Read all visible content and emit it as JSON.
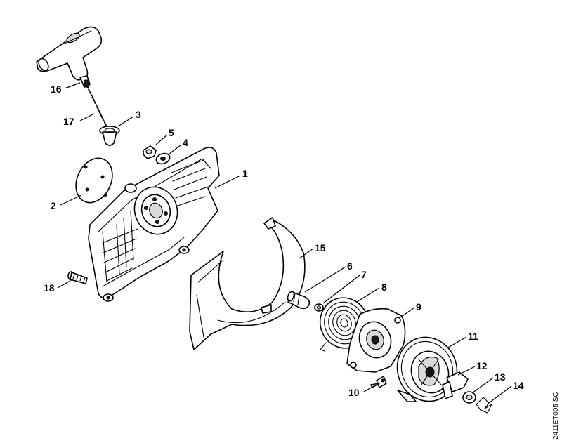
{
  "diagram_code": "2411ET005 SC",
  "callouts": [
    {
      "id": "c1",
      "label": "1",
      "part": "fan-housing"
    },
    {
      "id": "c2",
      "label": "2",
      "part": "cover-plate"
    },
    {
      "id": "c3",
      "label": "3",
      "part": "rope-guide-bush"
    },
    {
      "id": "c4",
      "label": "4",
      "part": "washer"
    },
    {
      "id": "c5",
      "label": "5",
      "part": "nut"
    },
    {
      "id": "c6",
      "label": "6",
      "part": "rewind-spring-sleeve"
    },
    {
      "id": "c7",
      "label": "7",
      "part": "small-washer"
    },
    {
      "id": "c8",
      "label": "8",
      "part": "rewind-spring"
    },
    {
      "id": "c9",
      "label": "9",
      "part": "spring-housing"
    },
    {
      "id": "c10",
      "label": "10",
      "part": "screw"
    },
    {
      "id": "c11",
      "label": "11",
      "part": "rope-rotor"
    },
    {
      "id": "c12",
      "label": "12",
      "part": "pawl"
    },
    {
      "id": "c13",
      "label": "13",
      "part": "washer"
    },
    {
      "id": "c14",
      "label": "14",
      "part": "spring-clip"
    },
    {
      "id": "c15",
      "label": "15",
      "part": "shroud"
    },
    {
      "id": "c16",
      "label": "16",
      "part": "rope-sleeve"
    },
    {
      "id": "c17",
      "label": "17",
      "part": "starter-rope"
    },
    {
      "id": "c18",
      "label": "18",
      "part": "screw"
    }
  ]
}
